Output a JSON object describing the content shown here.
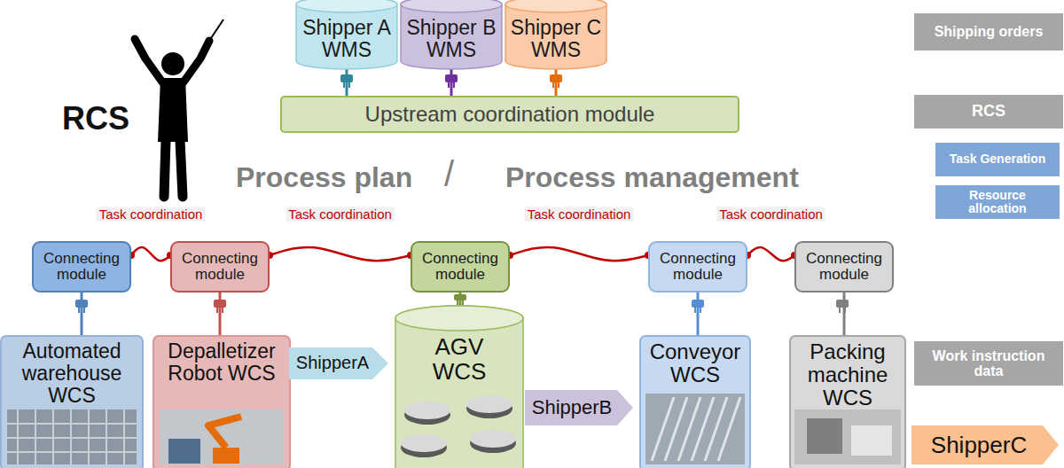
{
  "diagram": {
    "nodes": [
      {
        "text": [
          "Shipper A WMS"
        ]
      },
      {
        "text": [
          "Shipper B WMS"
        ]
      },
      {
        "text": [
          "Shipper C WMS"
        ]
      },
      {
        "text": [
          "Shipping orders"
        ]
      },
      {
        "text": [
          "RCS",
          "Process plan",
          "/",
          "Process management"
        ]
      },
      {
        "text": [
          "Upstream coordination module"
        ],
        "in": 4
      },
      {
        "text": [
          "Connecting module"
        ],
        "in": 4
      },
      {
        "text": [
          "Connecting module"
        ],
        "in": 4
      },
      {
        "text": [
          "Connecting module"
        ],
        "in": 4
      },
      {
        "text": [
          "Connecting module"
        ],
        "in": 4
      },
      {
        "text": [
          "Connecting module"
        ],
        "in": 4
      },
      {
        "text": [
          "RCS"
        ]
      },
      {
        "text": [
          "Task Generation"
        ]
      },
      {
        "text": [
          "Resource allocation"
        ]
      },
      {
        "text": [
          "Automated warehouse WCS"
        ]
      },
      {
        "text": [
          "Depalletizer Robot WCS"
        ]
      },
      {
        "text": [
          "ShipperA"
        ]
      },
      {
        "text": [
          "AGV WCS"
        ]
      },
      {
        "text": [
          "ShipperB"
        ]
      },
      {
        "text": [
          "Conveyor WCS"
        ]
      },
      {
        "text": [
          "Packing machine WCS"
        ]
      },
      {
        "text": [
          "Work instruction data"
        ]
      },
      {
        "text": [
          "ShipperC"
        ]
      }
    ],
    "edges": [
      {
        "from": 0,
        "to": 5,
        "arrow": "none"
      },
      {
        "from": 1,
        "to": 5,
        "arrow": "none"
      },
      {
        "from": 2,
        "to": 5,
        "arrow": "none"
      },
      {
        "from": 6,
        "to": 7,
        "label": "Task coordination",
        "arrow": "none"
      },
      {
        "from": 7,
        "to": 8,
        "label": "Task coordination",
        "arrow": "none"
      },
      {
        "from": 8,
        "to": 9,
        "label": "Task coordination",
        "arrow": "none"
      },
      {
        "from": 9,
        "to": 10,
        "label": "Task coordination",
        "arrow": "none"
      },
      {
        "from": 6,
        "to": 14,
        "arrow": "none"
      },
      {
        "from": 7,
        "to": 15,
        "arrow": "none"
      },
      {
        "from": 8,
        "to": 17,
        "arrow": "none"
      },
      {
        "from": 9,
        "to": 19,
        "arrow": "none"
      },
      {
        "from": 10,
        "to": 20,
        "arrow": "none"
      }
    ]
  }
}
